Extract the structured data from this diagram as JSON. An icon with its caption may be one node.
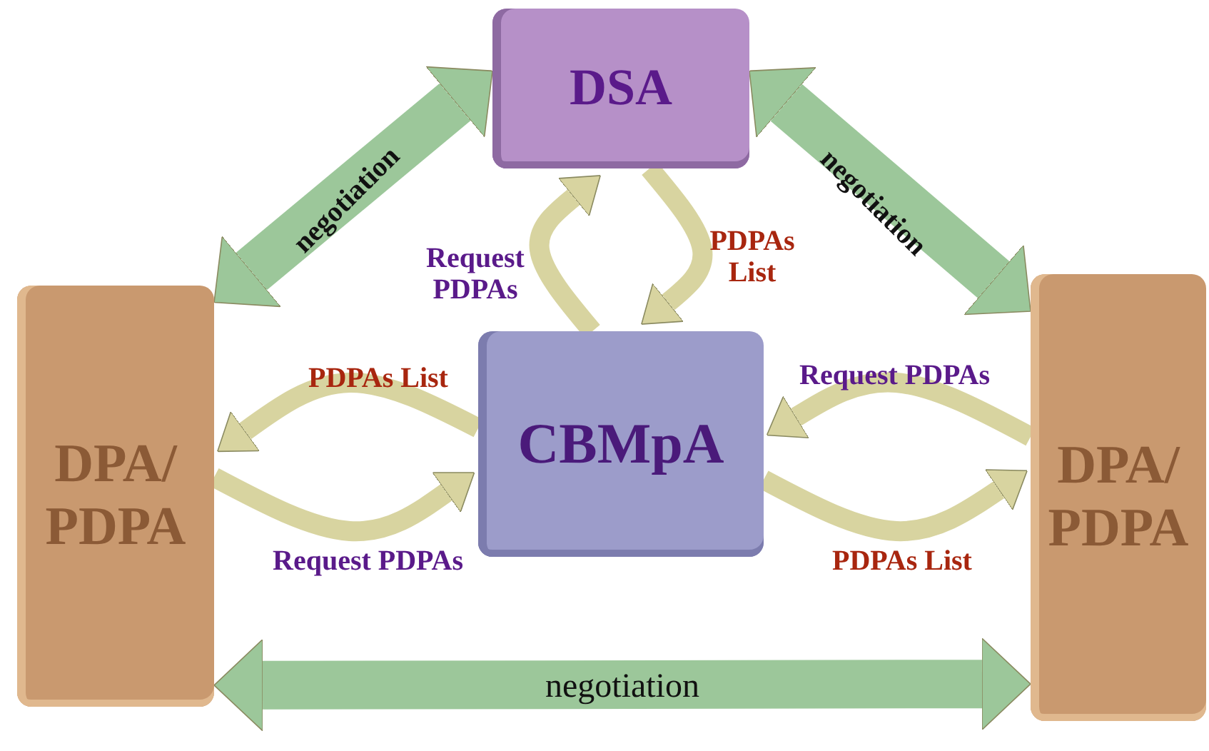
{
  "diagram": {
    "nodes": [
      {
        "text": [
          "DSA"
        ]
      },
      {
        "text": [
          "DPA/ PDPA"
        ]
      },
      {
        "text": [
          "CBMpA"
        ]
      },
      {
        "text": [
          "DPA/ PDPA"
        ]
      }
    ],
    "edges": [
      {
        "from": 1,
        "to": 0,
        "arrow": "both",
        "label": "negotiation",
        "style": "thick",
        "color": "#9cc79a"
      },
      {
        "from": 0,
        "to": 3,
        "arrow": "both",
        "label": "negotiation",
        "style": "thick",
        "color": "#9cc79a"
      },
      {
        "from": 2,
        "to": 0,
        "arrow": "to",
        "label": "Request PDPAs"
      },
      {
        "from": 0,
        "to": 2,
        "arrow": "to",
        "label": "PDPAs List"
      },
      {
        "from": 2,
        "to": 1,
        "arrow": "to",
        "label": "PDPAs List"
      },
      {
        "from": 1,
        "to": 2,
        "arrow": "to",
        "label": "Request PDPAs"
      },
      {
        "from": 3,
        "to": 2,
        "arrow": "to",
        "label": "Request PDPAs"
      },
      {
        "from": 2,
        "to": 3,
        "arrow": "to",
        "label": "PDPAs List"
      },
      {
        "from": 1,
        "to": 3,
        "arrow": "both",
        "label": "negotiation",
        "style": "thick",
        "color": "#9cc79a"
      }
    ]
  }
}
